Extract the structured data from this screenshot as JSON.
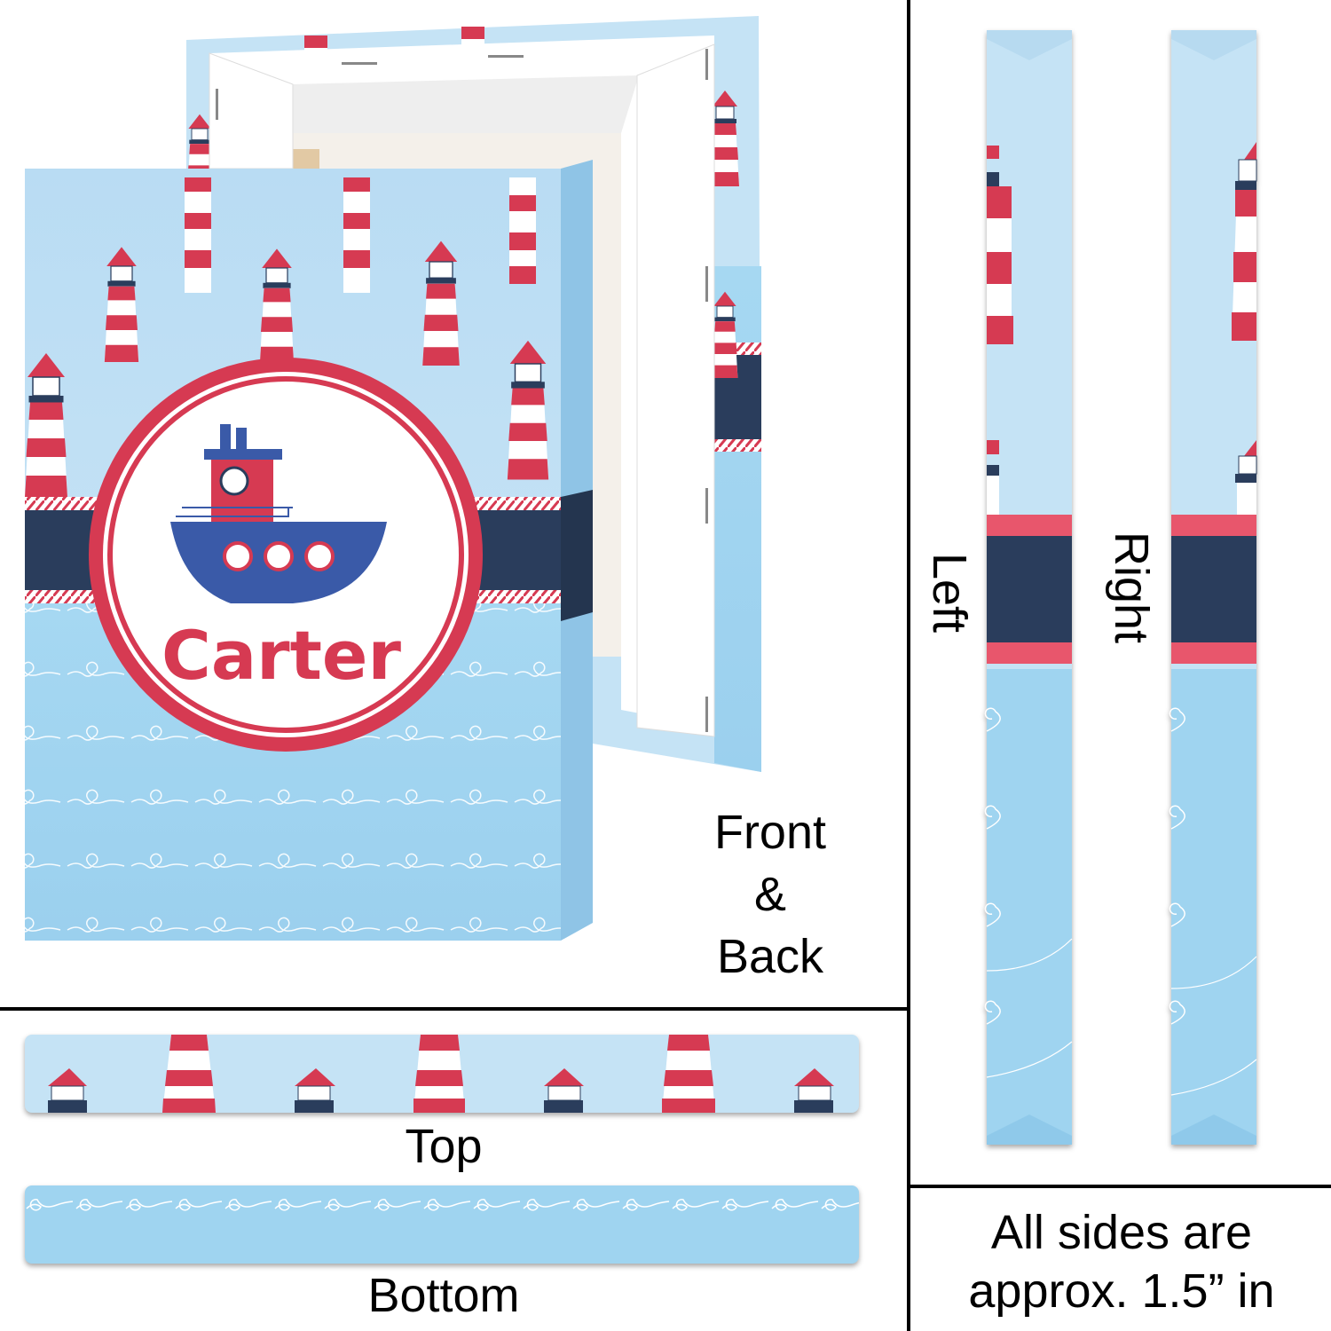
{
  "personalized_name": "Carter",
  "labels": {
    "front_back": [
      "Front",
      "&",
      "Back"
    ],
    "left": "Left",
    "right": "Right",
    "top": "Top",
    "bottom": "Bottom",
    "note": [
      "All sides are",
      "approx. 1.5” in"
    ]
  },
  "colors": {
    "sky": "#c5e3f5",
    "sea": "#9fd4f0",
    "navy": "#2a3d5c",
    "red": "#d63a52",
    "boat_blue": "#3a5aa8",
    "white": "#ffffff"
  }
}
